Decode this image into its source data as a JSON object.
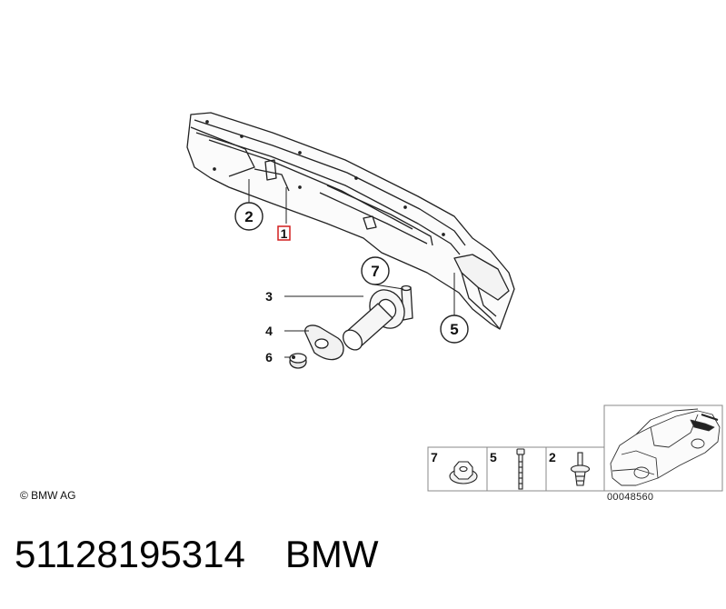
{
  "diagram": {
    "callouts": [
      {
        "id": "2",
        "label": "2"
      },
      {
        "id": "1",
        "label": "1",
        "highlighted": true
      },
      {
        "id": "7",
        "label": "7"
      },
      {
        "id": "3",
        "label": "3"
      },
      {
        "id": "4",
        "label": "4"
      },
      {
        "id": "6",
        "label": "6"
      },
      {
        "id": "5",
        "label": "5"
      }
    ],
    "highlight_color": "#d21f1f",
    "hardware_panel": {
      "cells": [
        {
          "label": "7",
          "icon": "nut-icon"
        },
        {
          "label": "5",
          "icon": "bolt-icon"
        },
        {
          "label": "2",
          "icon": "clip-icon"
        }
      ]
    },
    "copyright": "© BMW AG",
    "image_number": "00048560"
  },
  "footer": {
    "part_number": "51128195314",
    "brand": "BMW"
  }
}
